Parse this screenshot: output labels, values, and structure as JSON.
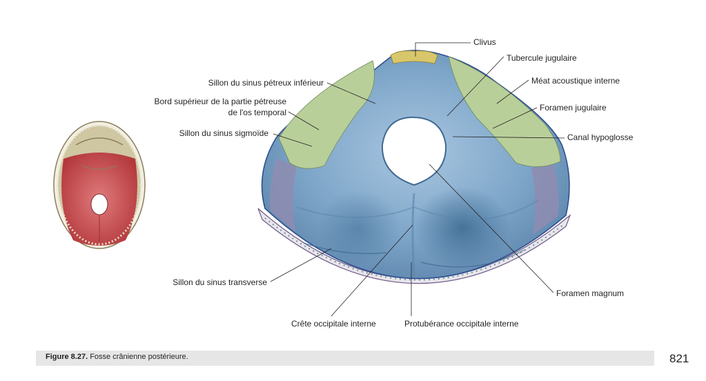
{
  "labels": {
    "clivus": "Clivus",
    "tubercule_jugulaire": "Tubercule jugulaire",
    "meat_acoustique": "Méat acoustique interne",
    "foramen_jugulaire": "Foramen jugulaire",
    "canal_hypoglosse": "Canal hypoglosse",
    "sillon_petreux": "Sillon du sinus pétreux inférieur",
    "bord_superieur_1": "Bord supérieur de la partie pétreuse",
    "bord_superieur_2": "de l'os temporal",
    "sillon_sigmoide": "Sillon du sinus sigmoïde",
    "sillon_transverse": "Sillon du sinus transverse",
    "crete_occipitale": "Crête occipitale interne",
    "protuberance": "Protubérance occipitale interne",
    "foramen_magnum": "Foramen magnum"
  },
  "caption": {
    "figure": "Figure 8.27.",
    "text": "Fosse crânienne postérieure."
  },
  "page_number": "821",
  "colors": {
    "bone_blue": "#7ea6c9",
    "petrous_green": "#b9cf9a",
    "clivus_yellow": "#d8c66a",
    "side_purple": "#8f8cb0",
    "thumb_bone": "#cfc6a2",
    "thumb_red": "#c94a4d",
    "caption_bg": "#e6e6e6"
  }
}
